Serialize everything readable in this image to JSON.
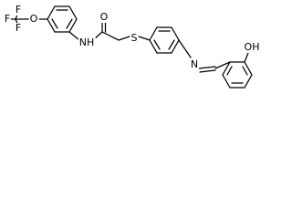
{
  "molecule": {
    "labels": {
      "fluorine_top": "F",
      "fluorine_left": "F",
      "fluorine_bottom": "F",
      "oxygen_ether": "O",
      "amide_nh": "NH",
      "carbonyl_oxygen": "O",
      "sulfur": "S",
      "imine_nitrogen": "N",
      "hydroxyl": "OH"
    }
  }
}
